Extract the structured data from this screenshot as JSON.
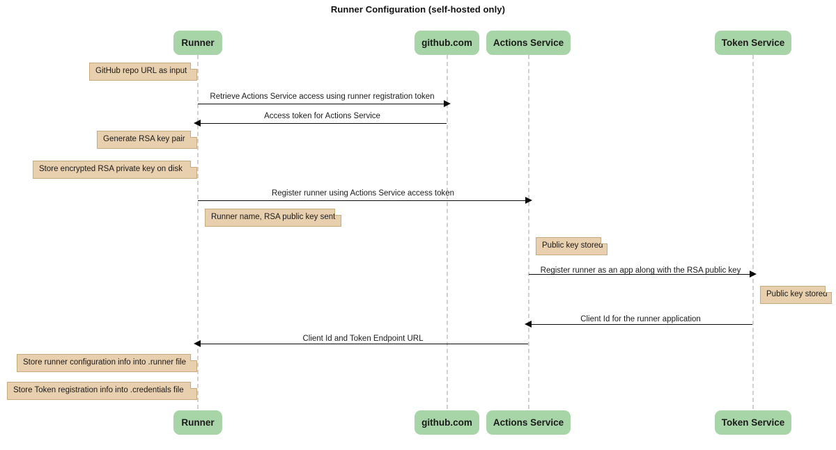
{
  "title": "Runner Configuration (self-hosted only)",
  "colors": {
    "participant_fill": "#a8d5a8",
    "note_fill": "#e8cfae",
    "note_border": "#c8a97e",
    "lifeline": "#d0d0d0",
    "arrow": "#0a0a0a",
    "background": "#ffffff"
  },
  "participants": [
    {
      "id": "runner",
      "label": "Runner"
    },
    {
      "id": "github",
      "label": "github.com"
    },
    {
      "id": "actions",
      "label": "Actions Service"
    },
    {
      "id": "token",
      "label": "Token Service"
    }
  ],
  "notes": [
    {
      "id": "note-github-repo-url",
      "text": "GitHub repo URL as input"
    },
    {
      "id": "note-generate-rsa",
      "text": "Generate RSA key pair"
    },
    {
      "id": "note-store-encrypted-rsa",
      "text": "Store encrypted RSA private key on disk"
    },
    {
      "id": "note-runner-name-pubkey",
      "text": "Runner name, RSA public key sent"
    },
    {
      "id": "note-public-key-stored-1",
      "text": "Public key stored"
    },
    {
      "id": "note-public-key-stored-2",
      "text": "Public key stored"
    },
    {
      "id": "note-store-runner-config",
      "text": "Store runner configuration info into .runner file"
    },
    {
      "id": "note-store-token-reg",
      "text": "Store Token registration info into .credentials file"
    }
  ],
  "messages": [
    {
      "id": "msg-retrieve-actions-access",
      "label": "Retrieve Actions Service access using runner registration token",
      "from": "runner",
      "to": "github",
      "direction": "right"
    },
    {
      "id": "msg-access-token",
      "label": "Access token for Actions Service",
      "from": "github",
      "to": "runner",
      "direction": "left"
    },
    {
      "id": "msg-register-runner",
      "label": "Register runner using Actions Service access token",
      "from": "runner",
      "to": "actions",
      "direction": "right"
    },
    {
      "id": "msg-register-app",
      "label": "Register runner as an app along with the RSA public key",
      "from": "actions",
      "to": "token",
      "direction": "right"
    },
    {
      "id": "msg-client-id",
      "label": "Client Id for the runner application",
      "from": "token",
      "to": "actions",
      "direction": "left"
    },
    {
      "id": "msg-client-id-endpoint",
      "label": "Client Id and Token Endpoint URL",
      "from": "actions",
      "to": "runner",
      "direction": "left"
    }
  ]
}
